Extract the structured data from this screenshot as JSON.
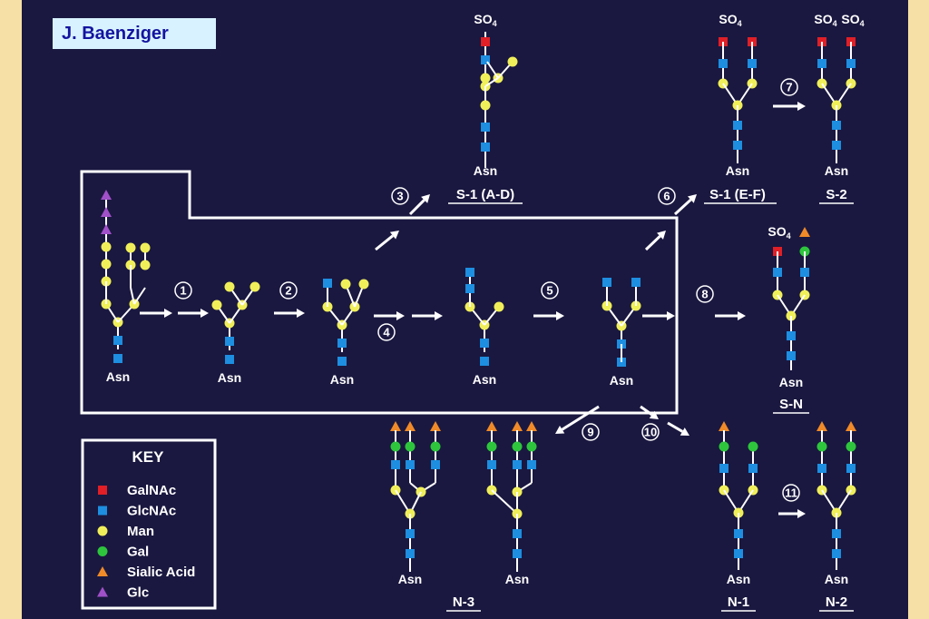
{
  "author": "J. Baenziger",
  "colors": {
    "background": "#1a1840",
    "frame": "#f7e0a6",
    "line": "#ffffff",
    "GalNAc": "#e01f26",
    "GlcNAc": "#1d8ee0",
    "Man": "#f0ef5a",
    "Gal": "#2ec53d",
    "Sialic Acid": "#f08a28",
    "Glc": "#a050c8"
  },
  "asn_label": "Asn",
  "so4_label": "SO4",
  "steps": [
    "1",
    "2",
    "3",
    "4",
    "5",
    "6",
    "7",
    "8",
    "9",
    "10",
    "11"
  ],
  "structure_names": {
    "s1ad": "S-1 (A-D)",
    "s1ef": "S-1 (E-F)",
    "s2": "S-2",
    "sn": "S-N",
    "n3": "N-3",
    "n1": "N-1",
    "n2": "N-2"
  },
  "key": {
    "title": "KEY",
    "items": [
      {
        "label": "GalNAc",
        "shape": "square",
        "color": "#e01f26"
      },
      {
        "label": "GlcNAc",
        "shape": "square",
        "color": "#1d8ee0"
      },
      {
        "label": "Man",
        "shape": "circle",
        "color": "#f0ef5a"
      },
      {
        "label": "Gal",
        "shape": "circle",
        "color": "#2ec53d"
      },
      {
        "label": "Sialic Acid",
        "shape": "triangle",
        "color": "#f08a28"
      },
      {
        "label": "Glc",
        "shape": "triangle",
        "color": "#a050c8"
      }
    ]
  }
}
